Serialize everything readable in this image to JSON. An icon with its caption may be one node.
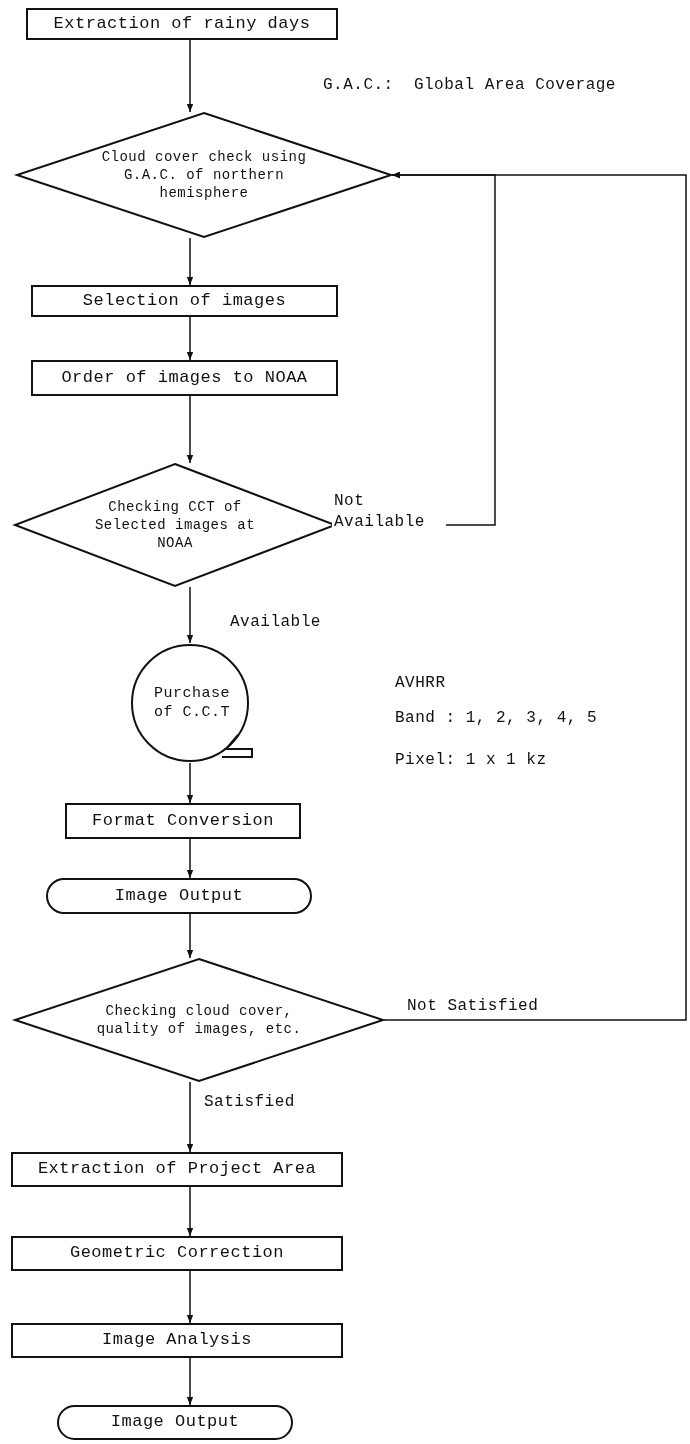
{
  "diagram": {
    "nodes": [
      {
        "text": [
          "Extraction of rainy days"
        ]
      },
      {
        "text": [
          "Cloud cover check using G.A.C. of northern hemisphere"
        ]
      },
      {
        "text": [
          "Selection of images"
        ]
      },
      {
        "text": [
          "Order of images to NOAA"
        ]
      },
      {
        "text": [
          "Checking CCT of Selected images at NOAA"
        ]
      },
      {
        "text": [
          "Purchase of C.C.T"
        ]
      },
      {
        "text": [
          "Format Conversion"
        ]
      },
      {
        "text": [
          "Image Output"
        ]
      },
      {
        "text": [
          "Checking cloud cover, quality of images, etc."
        ]
      },
      {
        "text": [
          "Extraction of Project Area"
        ]
      },
      {
        "text": [
          "Geometric Correction"
        ]
      },
      {
        "text": [
          "Image Analysis"
        ]
      },
      {
        "text": [
          "Image Output"
        ]
      }
    ],
    "edges": [
      {
        "from": 0,
        "to": 1,
        "arrow": "to"
      },
      {
        "from": 1,
        "to": 2,
        "arrow": "to"
      },
      {
        "from": 2,
        "to": 3,
        "arrow": "to"
      },
      {
        "from": 3,
        "to": 4,
        "arrow": "to"
      },
      {
        "from": 4,
        "to": 1,
        "arrow": "to",
        "label": "Not Available"
      },
      {
        "from": 4,
        "to": 5,
        "arrow": "to",
        "label": "Available"
      },
      {
        "from": 5,
        "to": 6,
        "arrow": "to"
      },
      {
        "from": 6,
        "to": 7,
        "arrow": "to"
      },
      {
        "from": 7,
        "to": 8,
        "arrow": "to"
      },
      {
        "from": 8,
        "to": 1,
        "arrow": "to",
        "label": "Not Satisfied"
      },
      {
        "from": 8,
        "to": 9,
        "arrow": "to",
        "label": "Satisfied"
      },
      {
        "from": 9,
        "to": 10,
        "arrow": "to"
      },
      {
        "from": 10,
        "to": 11,
        "arrow": "to"
      },
      {
        "from": 11,
        "to": 12,
        "arrow": "to"
      }
    ],
    "labels": [
      "G.A.C.:  Global Area Coverage",
      "AVHRR",
      "Band : 1, 2, 3, 4, 5",
      "Pixel: 1 x 1 kz"
    ]
  }
}
